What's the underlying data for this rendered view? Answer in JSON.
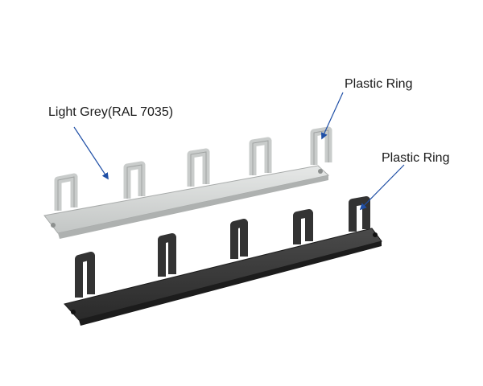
{
  "labels": {
    "grey_panel": "Light Grey(RAL 7035)",
    "ring_top": "Plastic Ring",
    "ring_bottom": "Plastic Ring"
  },
  "colors": {
    "grey_panel": "#d7d9d8",
    "grey_panel_shadow": "#aeb1b0",
    "black_panel": "#3a3a3a",
    "black_panel_shadow": "#1c1c1c",
    "arrow": "#1f4fa6",
    "text": "#1a1a1a"
  }
}
